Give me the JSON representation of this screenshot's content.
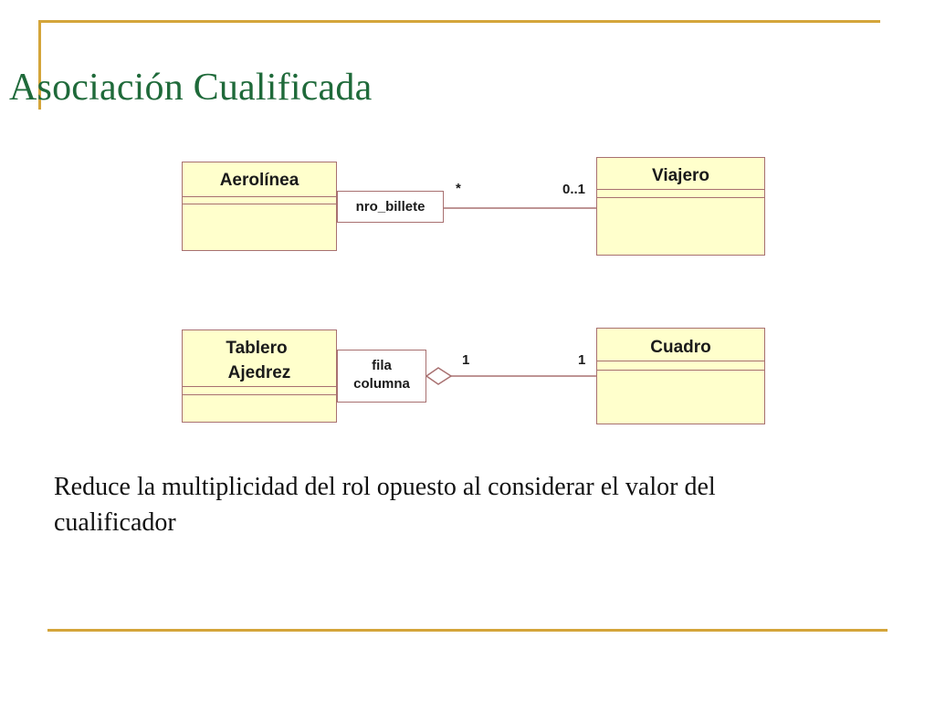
{
  "title": "Asociación Cualificada",
  "colors": {
    "title": "#1f6a3a",
    "frame": "#d4a53a",
    "class_fill": "#ffffcc",
    "class_border": "#a87070",
    "link": "#a87070"
  },
  "diagram1": {
    "left_class": "Aerolínea",
    "qualifier": "nro_billete",
    "left_multiplicity": "*",
    "right_multiplicity": "0..1",
    "right_class": "Viajero"
  },
  "diagram2": {
    "left_class_line1": "Tablero",
    "left_class_line2": "Ajedrez",
    "qualifier_line1": "fila",
    "qualifier_line2": "columna",
    "left_multiplicity": "1",
    "right_multiplicity": "1",
    "right_class": "Cuadro"
  },
  "description": "Reduce la multiplicidad del rol opuesto al considerar el valor del cualificador"
}
